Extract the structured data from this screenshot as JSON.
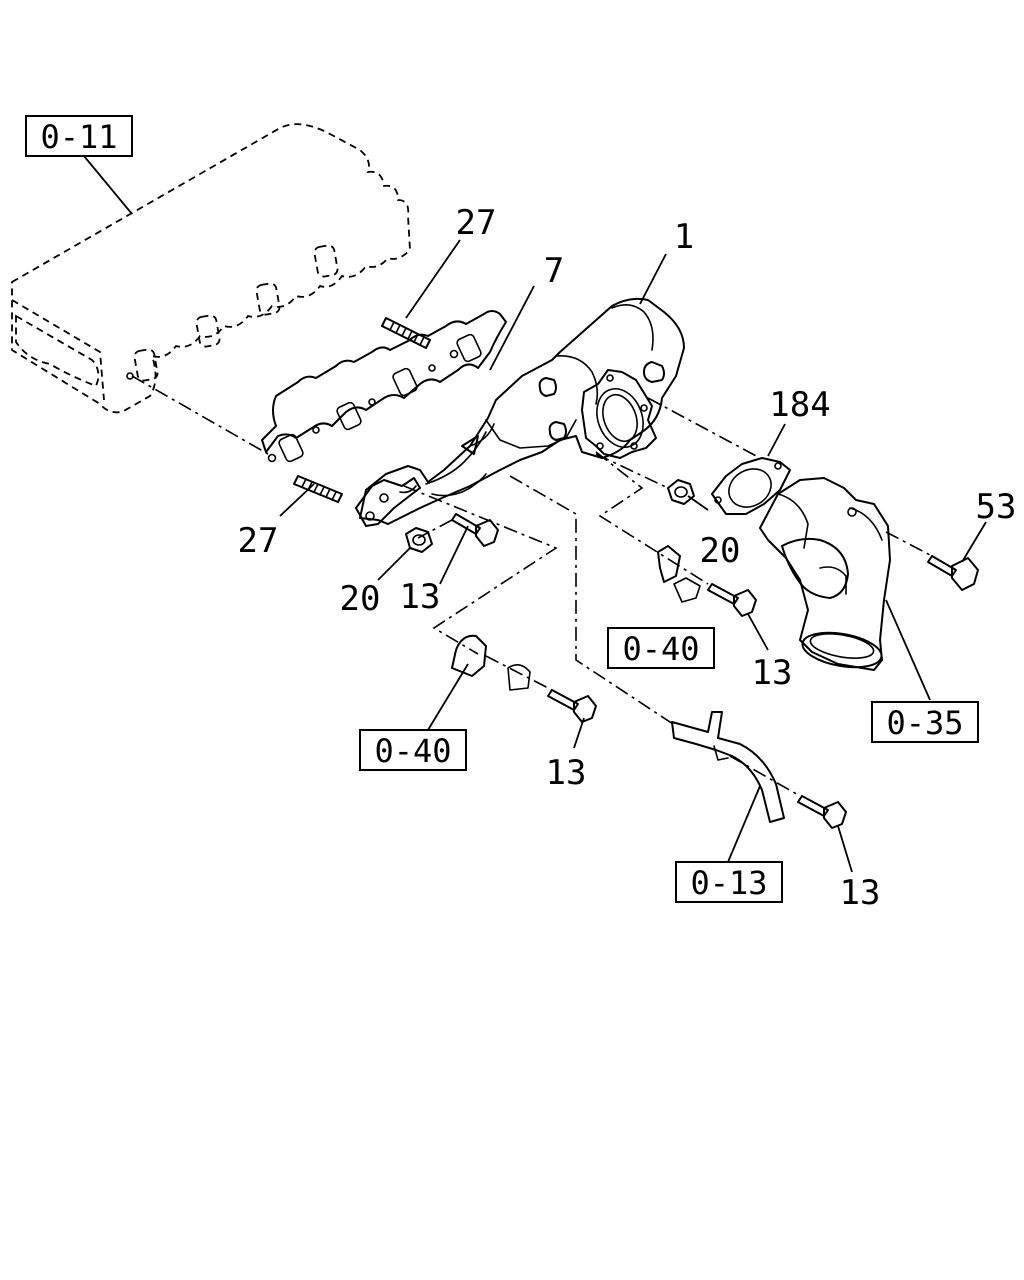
{
  "diagram": {
    "ref_boxes": {
      "head": "0-11",
      "bracket_upper": "0-40",
      "bracket_lower": "0-40",
      "elbow": "0-35",
      "pipe": "0-13"
    },
    "callouts": {
      "manifold": "1",
      "gasket": "7",
      "stud_upper": "27",
      "stud_lower": "27",
      "elbow_gasket": "184",
      "elbow_bolt": "53",
      "nut_lower": "20",
      "nut_right": "20",
      "bolt_lower": "13",
      "bolt_bracket_upper": "13",
      "bolt_bracket_lower": "13",
      "bolt_pipe": "13"
    }
  }
}
